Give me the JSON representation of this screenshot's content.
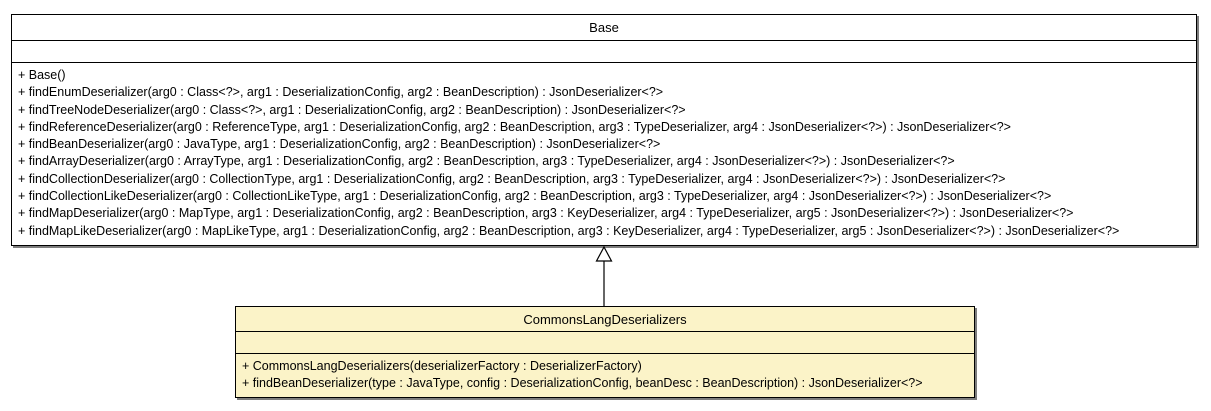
{
  "diagram": {
    "background_color": "#ffffff",
    "shadow_color": "#7d7d7d",
    "classes": [
      {
        "name": "Base",
        "fill": "#ffffff",
        "attributes": [],
        "methods": [
          "+ Base()",
          "+ findEnumDeserializer(arg0 : Class<?>, arg1 : DeserializationConfig, arg2 : BeanDescription) : JsonDeserializer<?>",
          "+ findTreeNodeDeserializer(arg0 : Class<?>, arg1 : DeserializationConfig, arg2 : BeanDescription) : JsonDeserializer<?>",
          "+ findReferenceDeserializer(arg0 : ReferenceType, arg1 : DeserializationConfig, arg2 : BeanDescription, arg3 : TypeDeserializer, arg4 : JsonDeserializer<?>) : JsonDeserializer<?>",
          "+ findBeanDeserializer(arg0 : JavaType, arg1 : DeserializationConfig, arg2 : BeanDescription) : JsonDeserializer<?>",
          "+ findArrayDeserializer(arg0 : ArrayType, arg1 : DeserializationConfig, arg2 : BeanDescription, arg3 : TypeDeserializer, arg4 : JsonDeserializer<?>) : JsonDeserializer<?>",
          "+ findCollectionDeserializer(arg0 : CollectionType, arg1 : DeserializationConfig, arg2 : BeanDescription, arg3 : TypeDeserializer, arg4 : JsonDeserializer<?>) : JsonDeserializer<?>",
          "+ findCollectionLikeDeserializer(arg0 : CollectionLikeType, arg1 : DeserializationConfig, arg2 : BeanDescription, arg3 : TypeDeserializer, arg4 : JsonDeserializer<?>) : JsonDeserializer<?>",
          "+ findMapDeserializer(arg0 : MapType, arg1 : DeserializationConfig, arg2 : BeanDescription, arg3 : KeyDeserializer, arg4 : TypeDeserializer, arg5 : JsonDeserializer<?>) : JsonDeserializer<?>",
          "+ findMapLikeDeserializer(arg0 : MapLikeType, arg1 : DeserializationConfig, arg2 : BeanDescription, arg3 : KeyDeserializer, arg4 : TypeDeserializer, arg5 : JsonDeserializer<?>) : JsonDeserializer<?>"
        ]
      },
      {
        "name": "CommonsLangDeserializers",
        "fill": "#fbf3c8",
        "attributes": [],
        "methods": [
          "+ CommonsLangDeserializers(deserializerFactory : DeserializerFactory)",
          "+ findBeanDeserializer(type : JavaType, config : DeserializationConfig, beanDesc : BeanDescription) : JsonDeserializer<?>"
        ]
      }
    ],
    "relationships": [
      {
        "type": "generalization",
        "from": "CommonsLangDeserializers",
        "to": "Base"
      }
    ]
  }
}
